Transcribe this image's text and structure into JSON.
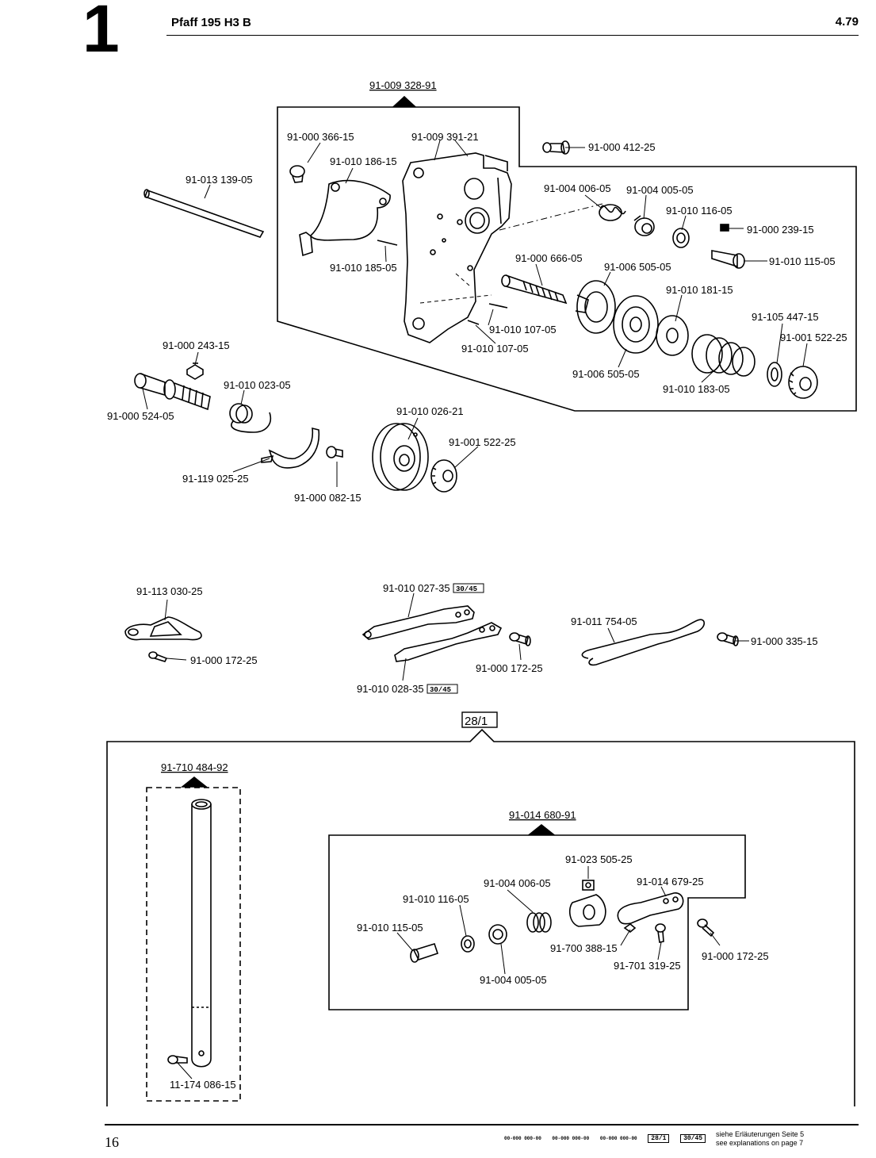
{
  "header": {
    "section_number": "1",
    "title": "Pfaff 195 H3 B",
    "date": "4.79"
  },
  "footer": {
    "page_number": "16",
    "codes": [
      "00-000 000-00",
      "00-000 000-00",
      "00-000 000-00"
    ],
    "boxes": [
      "28/1",
      "30/45"
    ],
    "note_de": "siehe Erläuterungen Seite 5",
    "note_en": "see explanations on page 7"
  },
  "groups": {
    "g1": "91-009 328-91",
    "g2": "28/1",
    "g3": "91-710 484-92",
    "g4": "91-014 680-91"
  },
  "marks": {
    "m1": "30/45",
    "m2": "30/45"
  },
  "parts": {
    "p01": "91-000 366-15",
    "p02": "91-009 391-21",
    "p03": "91-000 412-25",
    "p04": "91-010 186-15",
    "p05": "91-013 139-05",
    "p06": "91-004 006-05",
    "p07": "91-004 005-05",
    "p08": "91-010 116-05",
    "p09": "91-000 239-15",
    "p10": "91-010 115-05",
    "p11": "91-010 185-05",
    "p12": "91-000 666-05",
    "p13": "91-006 505-05",
    "p14": "91-010 181-15",
    "p15": "91-105 447-15",
    "p16": "91-001 522-25",
    "p17": "91-010 107-05",
    "p18": "91-010 107-05",
    "p19": "91-006 505-05",
    "p20": "91-010 183-05",
    "p21": "91-000 243-15",
    "p22": "91-010 023-05",
    "p23": "91-000 524-05",
    "p24": "91-010 026-21",
    "p25": "91-001 522-25",
    "p26": "91-119 025-25",
    "p27": "91-000 082-15",
    "p28": "91-113 030-25",
    "p29": "91-000 172-25",
    "p30": "91-010 027-35",
    "p31": "91-011 754-05",
    "p32": "91-000 335-15",
    "p33": "91-000 172-25",
    "p34": "91-010 028-35",
    "p35": "91-023 505-25",
    "p36": "91-004 006-05",
    "p37": "91-014 679-25",
    "p38": "91-010 116-05",
    "p39": "91-010 115-05",
    "p40": "91-700 388-15",
    "p41": "91-000 172-25",
    "p42": "91-701 319-25",
    "p43": "91-004 005-05",
    "p44": "11-174 086-15"
  }
}
